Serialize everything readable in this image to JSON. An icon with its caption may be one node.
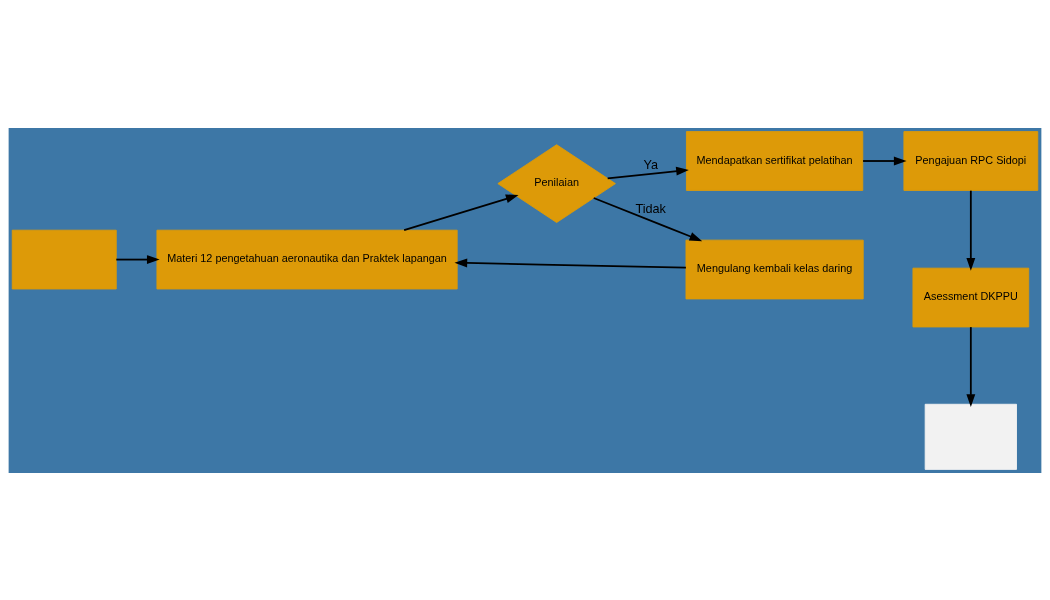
{
  "diagram": {
    "nodes": [
      {
        "text": [],
        "shape": "box"
      },
      {
        "text": [
          "Materi 12 pengetahuan aeronautika dan Praktek lapangan"
        ]
      },
      {
        "text": [
          "Penilaian"
        ]
      },
      {
        "text": [
          "Mendapatkan sertifikat pelatihan"
        ]
      },
      {
        "text": [
          "Pengajuan RPC Sidopi"
        ]
      },
      {
        "text": [
          "Asessment DKPPU"
        ]
      },
      {
        "text": [
          "Mengulang kembali kelas daring"
        ]
      },
      {
        "text": [],
        "shape": "box"
      }
    ],
    "edges": [
      {
        "from": 0,
        "to": 1,
        "arrow": "to"
      },
      {
        "from": 1,
        "to": 2,
        "arrow": "to"
      },
      {
        "from": 2,
        "to": 3,
        "arrow": "to",
        "label": "Ya"
      },
      {
        "from": 3,
        "to": 4,
        "arrow": "to"
      },
      {
        "from": 4,
        "to": 5,
        "arrow": "to"
      },
      {
        "from": 2,
        "to": 6,
        "arrow": "to",
        "label": "Tidak"
      },
      {
        "from": 6,
        "to": 1,
        "arrow": "to"
      },
      {
        "from": 5,
        "to": 7,
        "arrow": "to"
      }
    ]
  }
}
